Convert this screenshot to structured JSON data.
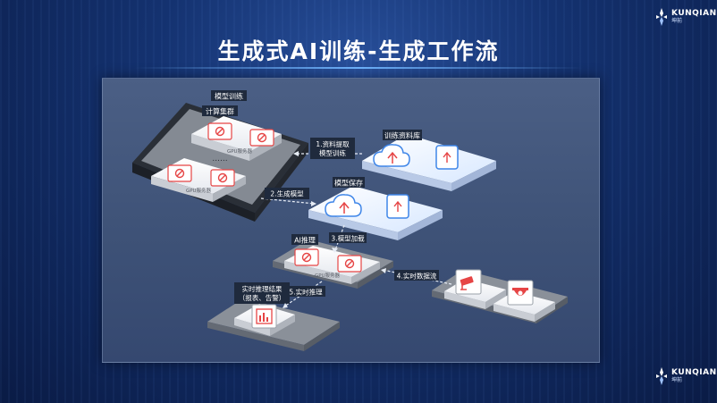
{
  "title": "生成式AI训练-生成工作流",
  "logo": {
    "brand": "KUNQIAN",
    "sub": "坤前"
  },
  "diagram": {
    "model_training": {
      "label": "模型训练",
      "cluster_label": "计算集群",
      "dots": "......",
      "servers": [
        "GPU服务器",
        "GPU服务器"
      ]
    },
    "training_library": {
      "label": "训练资料库"
    },
    "model_save": {
      "label": "模型保存"
    },
    "ai_inference": {
      "label": "AI推理",
      "server": "GPU服务器"
    },
    "result": {
      "label_line1": "实时推理结果",
      "label_line2": "（报表、告警）"
    },
    "steps": {
      "step1_line1": "1.资料提取",
      "step1_line2": "模型训练",
      "step2": "2.生成模型",
      "step3": "3.模型加载",
      "step4": "4.实时数据流",
      "step5": "5.实时推理"
    }
  },
  "colors": {
    "accent_red": "#e64545",
    "cloud_blue": "#3f86e8",
    "step_label_bg": "#1f2a3d"
  }
}
